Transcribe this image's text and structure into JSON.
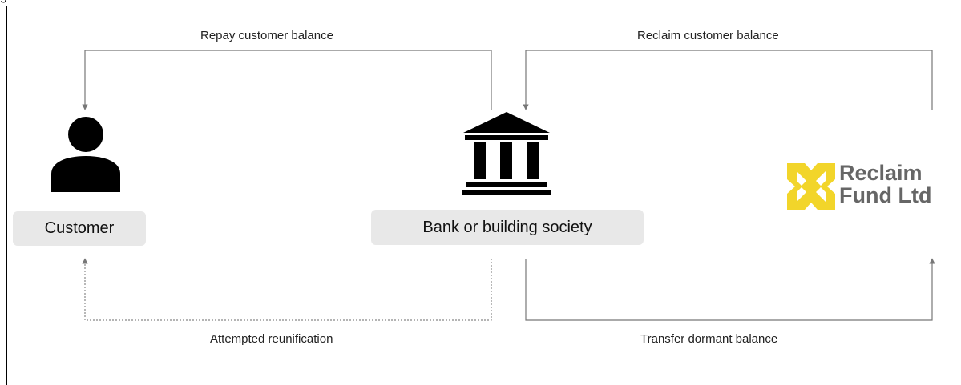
{
  "top_clipped_text": "g",
  "nodes": {
    "customer": "Customer",
    "bank": "Bank or building society"
  },
  "edges": {
    "repay": "Repay customer balance",
    "reclaim": "Reclaim customer balance",
    "reunification": "Attempted reunification",
    "transfer": "Transfer dormant balance"
  },
  "logo": {
    "line1": "Reclaim",
    "line2": "Fund Ltd",
    "accent_color": "#f2d52a",
    "text_color": "#666666"
  },
  "icons": {
    "customer": "person-icon",
    "bank": "bank-building-icon",
    "logo": "reclaim-fund-logo-icon"
  }
}
